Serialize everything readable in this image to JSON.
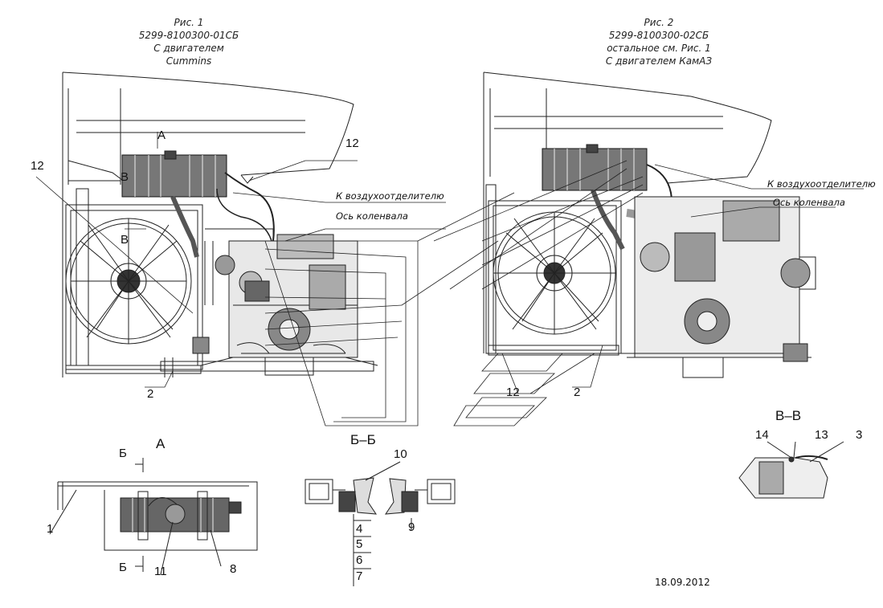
{
  "fig1": {
    "caption": "Рис. 1",
    "code": "5299-8100300-01СБ",
    "engine": "С двигателем Cummins"
  },
  "fig2": {
    "caption": "Рис. 2",
    "code": "5299-8100300-02СБ",
    "note": "остальное см. Рис. 1",
    "engine": "С двигателем КамАЗ"
  },
  "callouts": {
    "to_air_separator": "К воздухоотделителю",
    "crankshaft_axis": "Ось коленвала",
    "view_a": "А",
    "view_b": "В",
    "section_bb": "Б–Б",
    "section_vv": "В–В",
    "cut_b": "Б"
  },
  "item_numbers": {
    "n1": "1",
    "n2": "2",
    "n3": "3",
    "n4": "4",
    "n5": "5",
    "n6": "6",
    "n7": "7",
    "n8": "8",
    "n9": "9",
    "n10": "10",
    "n11": "11",
    "n12": "12",
    "n13": "13",
    "n14": "14"
  },
  "date": "18.09.2012"
}
